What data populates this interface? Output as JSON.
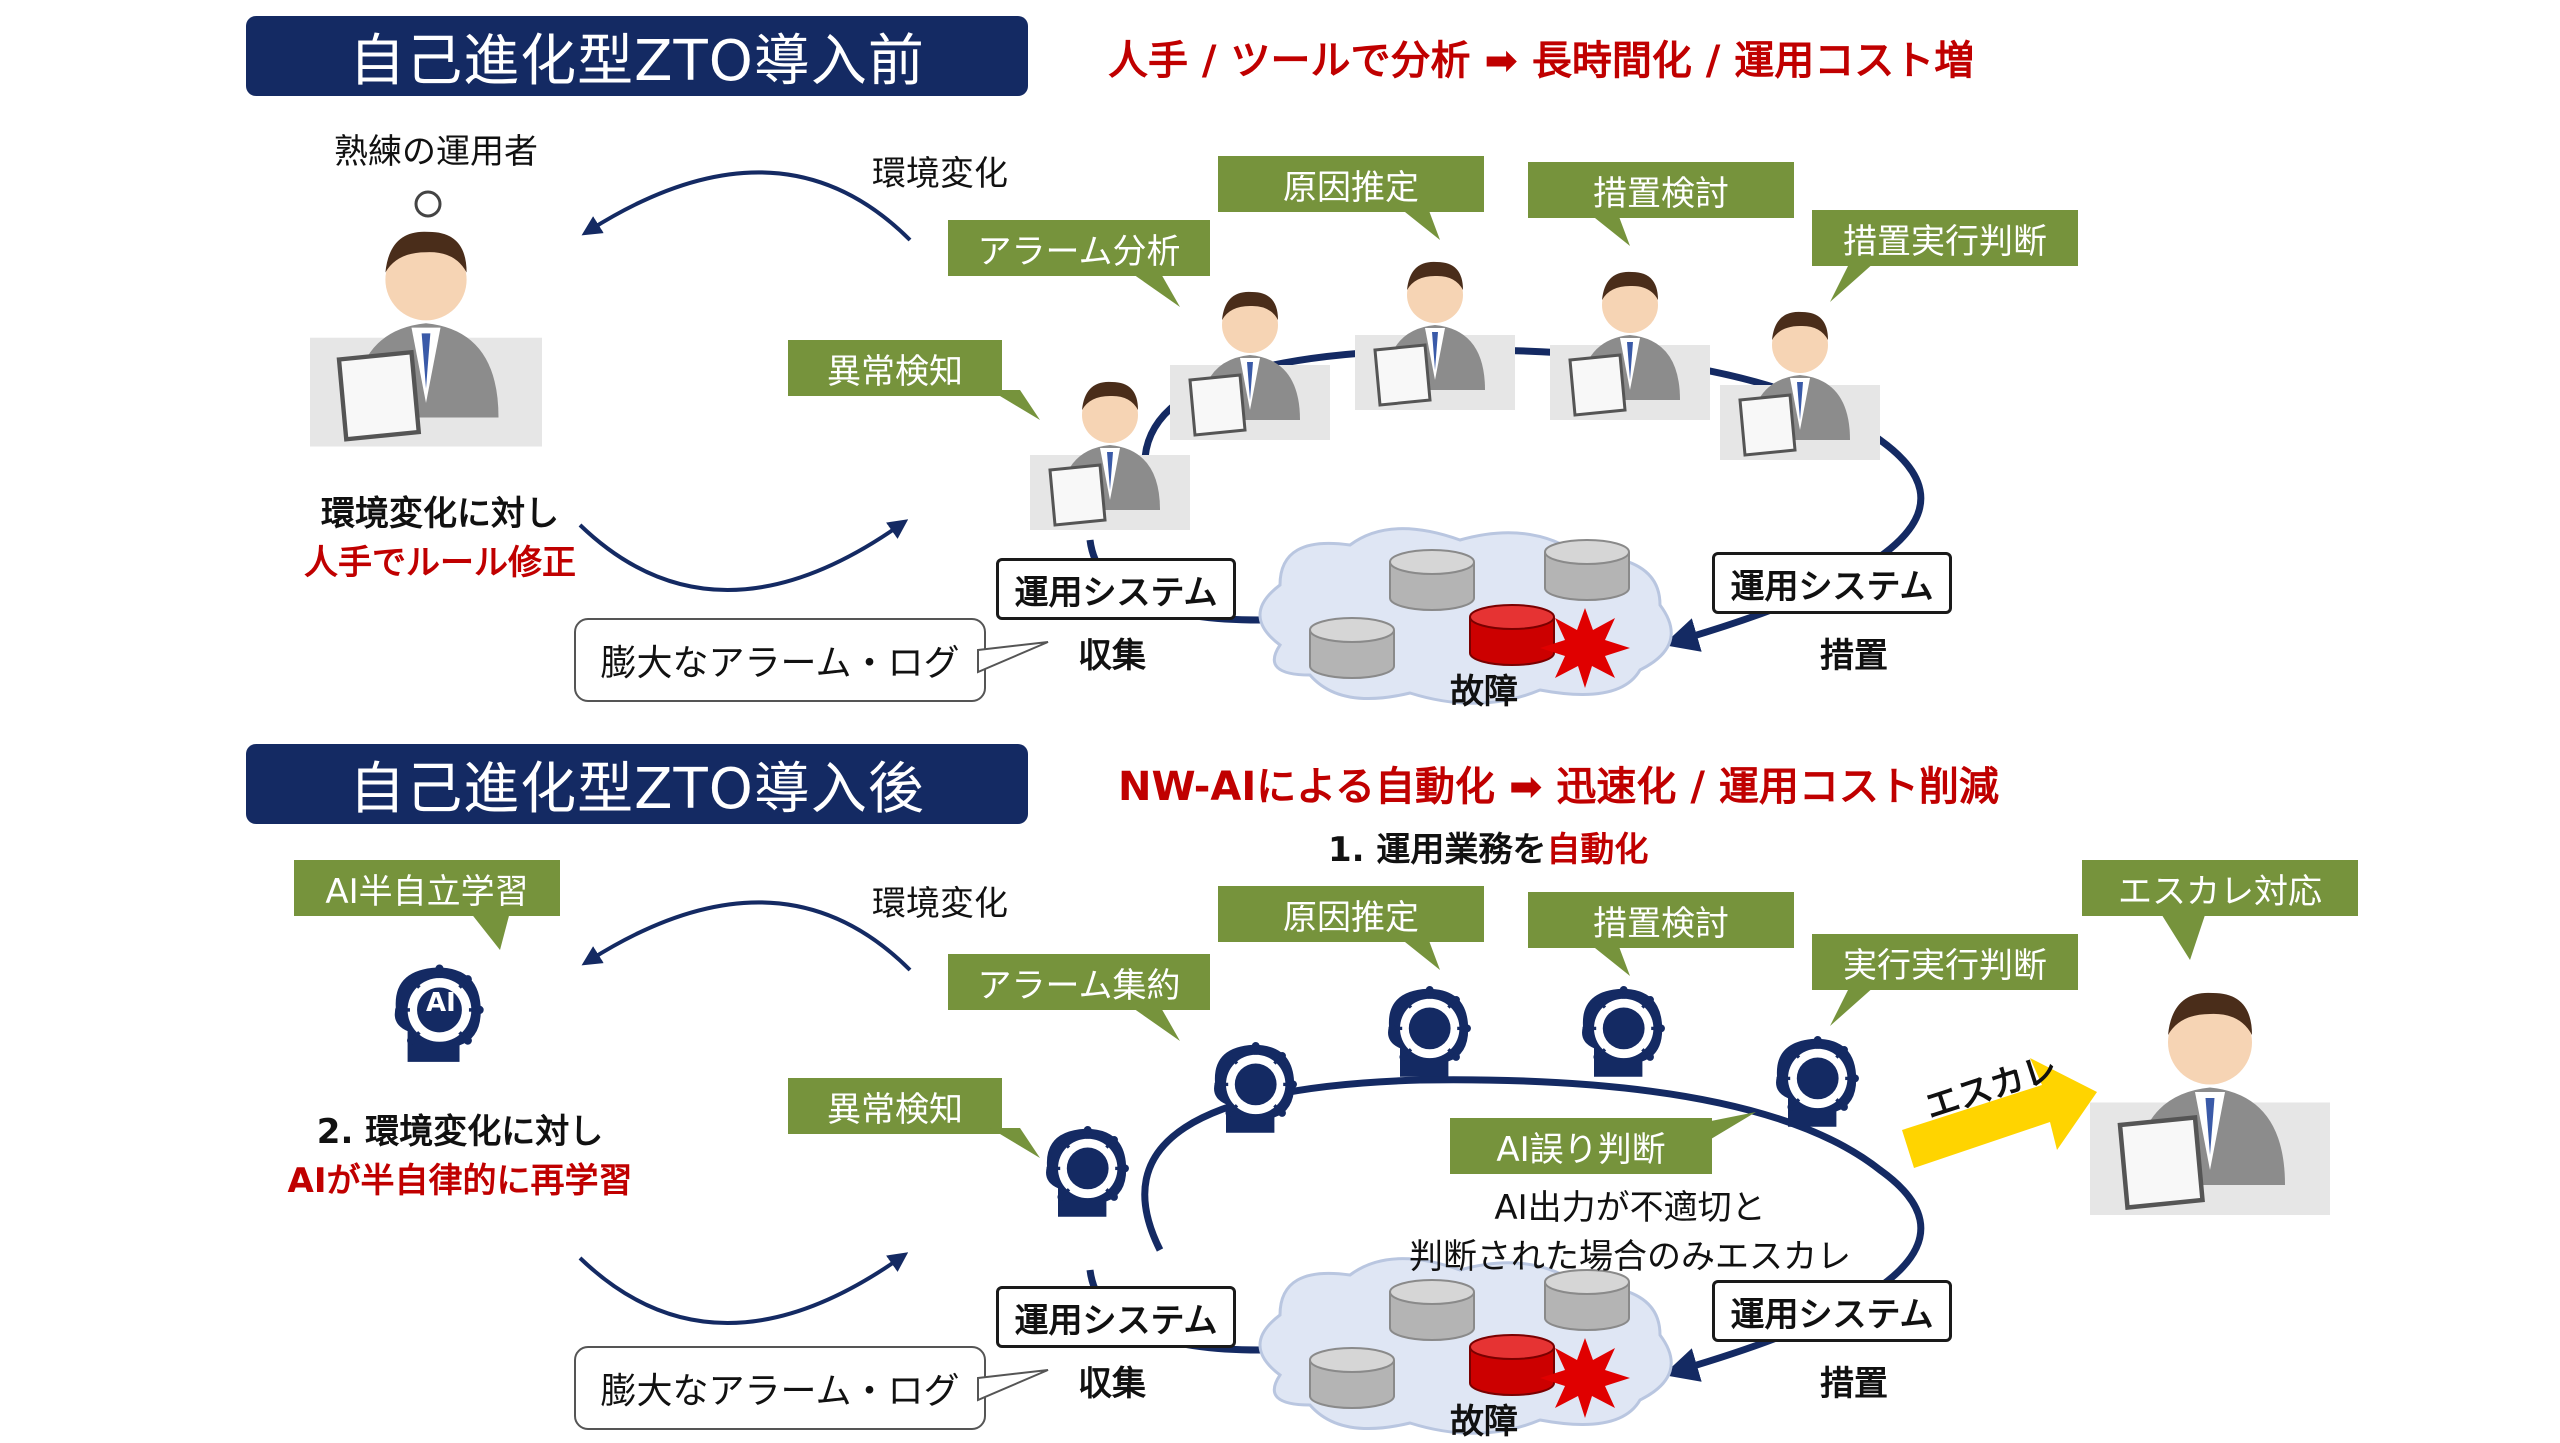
{
  "top": {
    "title": "自己進化型ZTO導入前",
    "headline": "人手 / ツールで分析 ➡ 長時間化 / 運用コスト増",
    "operator_label": "熟練の運用者",
    "env_change": "環境変化",
    "rule_fix_line1": "環境変化に対し",
    "rule_fix_line2": "人手でルール修正",
    "steps": [
      "異常検知",
      "アラーム分析",
      "原因推定",
      "措置検討",
      "措置実行判断"
    ],
    "system_left": "運用システム",
    "system_right": "運用システム",
    "collect": "収集",
    "action": "措置",
    "failure": "故障",
    "log": "膨大なアラーム・ログ"
  },
  "bottom": {
    "title": "自己進化型ZTO導入後",
    "headline": "NW-AIによる自動化 ➡ 迅速化 / 運用コスト削減",
    "automate_prefix": "1. 運用業務を",
    "automate_em": "自動化",
    "ai_learning": "AI半自立学習",
    "env_change": "環境変化",
    "relearn_line1": "2. 環境変化に対し",
    "relearn_line2": "AIが半自律的に再学習",
    "steps": [
      "異常検知",
      "アラーム集約",
      "原因推定",
      "措置検討",
      "実行実行判断"
    ],
    "ai_misjudge": "AI誤り判断",
    "ai_note_line1": "AI出力が不適切と",
    "ai_note_line2": "判断された場合のみエスカレ",
    "escalation": "エスカレ",
    "escalation_handling": "エスカレ対応",
    "system_left": "運用システム",
    "system_right": "運用システム",
    "collect": "収集",
    "action": "措置",
    "failure": "故障",
    "log": "膨大なアラーム・ログ",
    "ai_icon_text": "AI"
  },
  "colors": {
    "navy": "#142a63",
    "red": "#c00000",
    "green": "#76933c",
    "arrow_yellow": "#ffd400",
    "failure_db": "#cc0000"
  },
  "icons": [
    "person-at-laptop-icon",
    "ai-head-icon",
    "database-icon",
    "cloud-icon",
    "burst-icon",
    "escalation-arrow-icon"
  ]
}
